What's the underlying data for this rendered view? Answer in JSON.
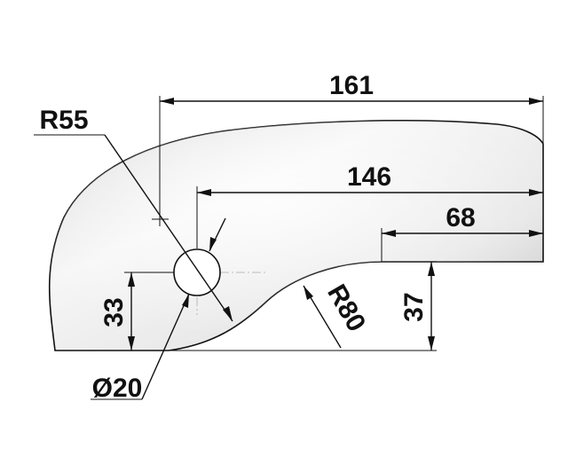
{
  "drawing": {
    "dimensions": {
      "overall_width": "161",
      "hole_to_end": "146",
      "flat_length": "68",
      "corner_radius": "R55",
      "notch_radius": "R80",
      "hole_height": "33",
      "flat_height": "37",
      "hole_diameter": "Ø20"
    },
    "colors": {
      "outline": "#111111",
      "fill_light": "#f4f4f4",
      "fill_dark": "#cfcfcf"
    }
  }
}
